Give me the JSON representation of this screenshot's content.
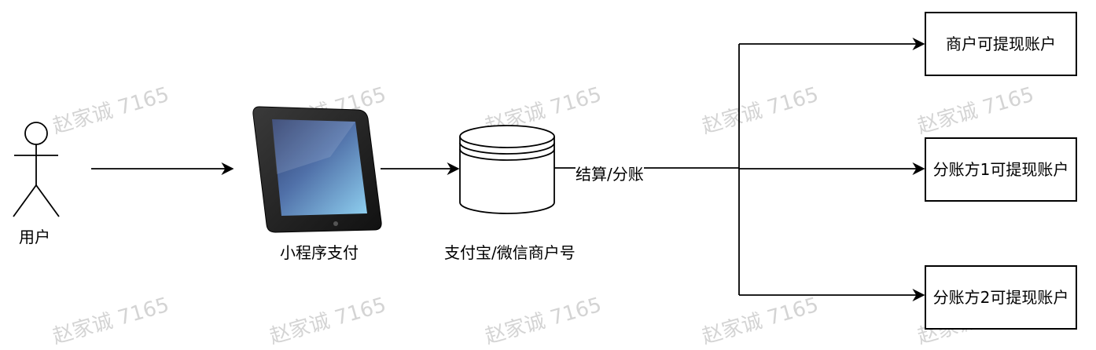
{
  "labels": {
    "user": "用户",
    "mini_program_pay": "小程序支付",
    "merchant_account": "支付宝/微信商户号",
    "settle_split": "结算/分账"
  },
  "targets": [
    {
      "label": "商户可提现账户"
    },
    {
      "label": "分账方1可提现账户"
    },
    {
      "label": "分账方2可提现账户"
    }
  ],
  "watermark": "赵家诚 7165"
}
